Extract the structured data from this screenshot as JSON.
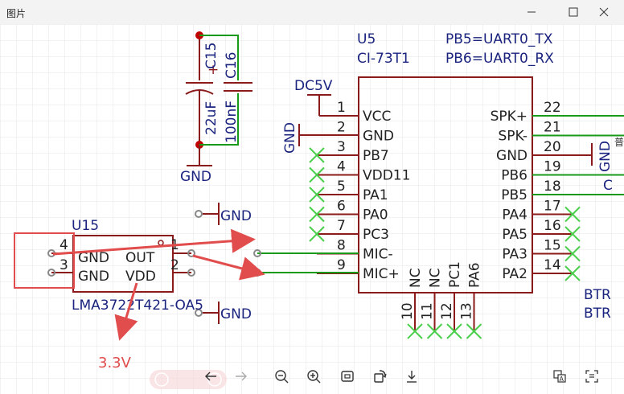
{
  "window": {
    "title": "图片"
  },
  "colors": {
    "wire": "#1a9a1a",
    "body": "#8b1a1a",
    "label": "#1a237e",
    "nc": "#4ccf4c",
    "annot": "#e14c4c"
  },
  "schematic": {
    "u5": {
      "designator": "U5",
      "part": "CI-73T1",
      "note1": "PB5=UART0_TX",
      "note2": "PB6=UART0_RX",
      "left_pins": [
        {
          "num": "1",
          "name": "VCC"
        },
        {
          "num": "2",
          "name": "GND"
        },
        {
          "num": "3",
          "name": "PB7"
        },
        {
          "num": "4",
          "name": "VDD11"
        },
        {
          "num": "5",
          "name": "PA1"
        },
        {
          "num": "6",
          "name": "PA0"
        },
        {
          "num": "7",
          "name": "PC3"
        },
        {
          "num": "8",
          "name": "MIC-"
        },
        {
          "num": "9",
          "name": "MIC+"
        }
      ],
      "right_pins": [
        {
          "num": "22",
          "name": "SPK+"
        },
        {
          "num": "21",
          "name": "SPK-"
        },
        {
          "num": "20",
          "name": "GND"
        },
        {
          "num": "19",
          "name": "PB6"
        },
        {
          "num": "18",
          "name": "PB5"
        },
        {
          "num": "17",
          "name": "PA4"
        },
        {
          "num": "16",
          "name": "PA5"
        },
        {
          "num": "15",
          "name": "PA3"
        },
        {
          "num": "14",
          "name": "PA2"
        }
      ],
      "bottom_pins": [
        {
          "num": "10",
          "name": "NC"
        },
        {
          "num": "11",
          "name": "NC"
        },
        {
          "num": "12",
          "name": "PC1"
        },
        {
          "num": "13",
          "name": "PA6"
        }
      ]
    },
    "u15": {
      "designator": "U15",
      "part": "LMA3722T421-OA5",
      "pins": [
        {
          "num": "4",
          "name": "GND"
        },
        {
          "num": "3",
          "name": "GND"
        },
        {
          "num": "1",
          "name": "OUT"
        },
        {
          "num": "2",
          "name": "VDD"
        }
      ]
    },
    "c15": {
      "designator": "C15",
      "value": "22uF",
      "polarity": "+"
    },
    "c16": {
      "designator": "C16",
      "value": "100nF"
    },
    "nets": {
      "dc5v": "DC5V",
      "gnd": "GND",
      "btr1": "BTR",
      "btr2": "BTR",
      "c_cut": "C",
      "zh_cut": "普"
    },
    "annotation": {
      "voltage": "3.3V"
    }
  },
  "toolbar": {
    "prev": "back-arrow-icon",
    "next": "forward-arrow-icon",
    "zoom_out": "zoom-out-icon",
    "zoom_in": "zoom-in-icon",
    "fit": "fit-screen-icon",
    "rotate": "rotate-icon",
    "download": "download-icon",
    "translate": "translate-icon",
    "ocr": "ocr-text-icon"
  }
}
